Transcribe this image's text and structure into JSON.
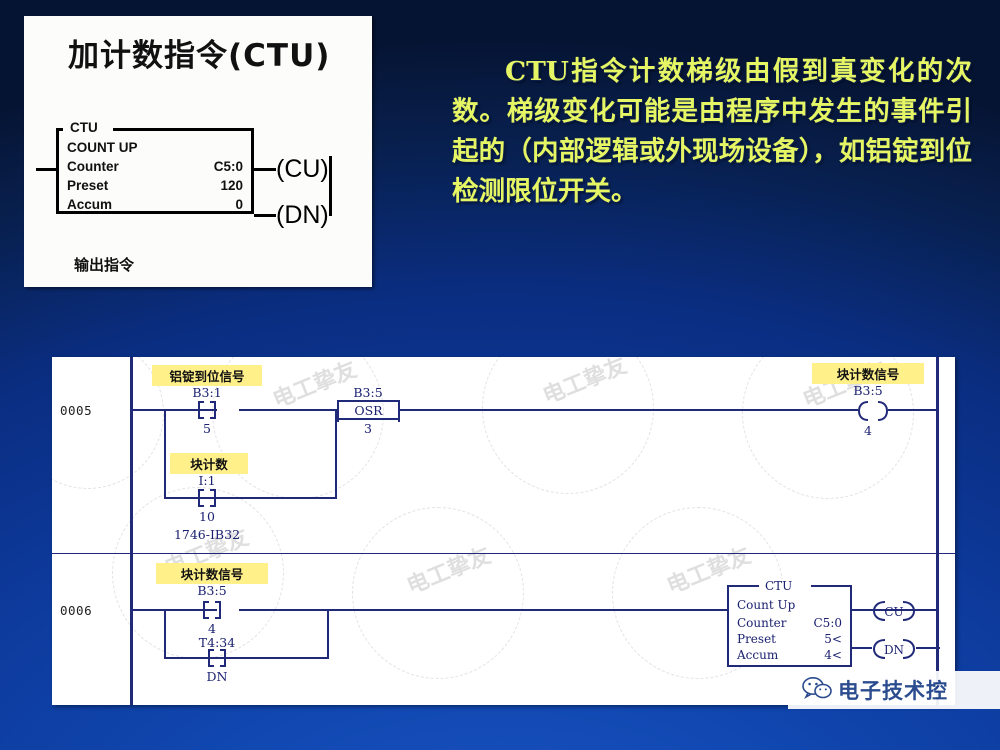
{
  "slide": {
    "background_top": "#061433",
    "background_bottom": "#2158c8",
    "body_text_color": "#e6f563"
  },
  "header_image": {
    "title": "加计数指令(CTU)",
    "footnote": "输出指令",
    "block": {
      "name": "CTU",
      "mode": "COUNT  UP",
      "rows": [
        {
          "label": "Counter",
          "value": "C5:0"
        },
        {
          "label": "Preset",
          "value": "120"
        },
        {
          "label": "Accum",
          "value": "0"
        }
      ],
      "outputs": [
        "(CU)",
        "(DN)"
      ]
    }
  },
  "paragraph": {
    "text": "CTU指令计数梯级由假到真变化的次数。梯级变化可能是由程序中发生的事件引起的（内部逻辑或外现场设备），如铝锭到位检测限位开关。"
  },
  "ladder": {
    "watermark": "电工挚友",
    "rungs": [
      {
        "number": "0005",
        "elements": {
          "contact1": {
            "tag": "铝锭到位信号",
            "address": "B3:1",
            "bit": "5"
          },
          "contact2": {
            "tag": "块计数",
            "address": "I:1",
            "bit": "10",
            "module": "1746-IB32"
          },
          "osr": {
            "address": "B3:5",
            "instruction": "OSR",
            "bit": "3"
          },
          "coil": {
            "tag": "块计数信号",
            "address": "B3:5",
            "bit": "4"
          }
        }
      },
      {
        "number": "0006",
        "elements": {
          "contact1": {
            "tag": "块计数信号",
            "address": "B3:5",
            "bit": "4"
          },
          "contact2": {
            "address": "T4:34",
            "bit": "DN"
          },
          "counter": {
            "title": "CTU",
            "mode": "Count Up",
            "rows": [
              {
                "label": "Counter",
                "value": "C5:0"
              },
              {
                "label": "Preset",
                "value": "5<"
              },
              {
                "label": "Accum",
                "value": "4<"
              }
            ],
            "outputs": [
              "CU",
              "DN"
            ]
          }
        }
      }
    ]
  },
  "footer": {
    "wechat_label": "电子技术控",
    "wechat_icon": "wechat-icon"
  }
}
